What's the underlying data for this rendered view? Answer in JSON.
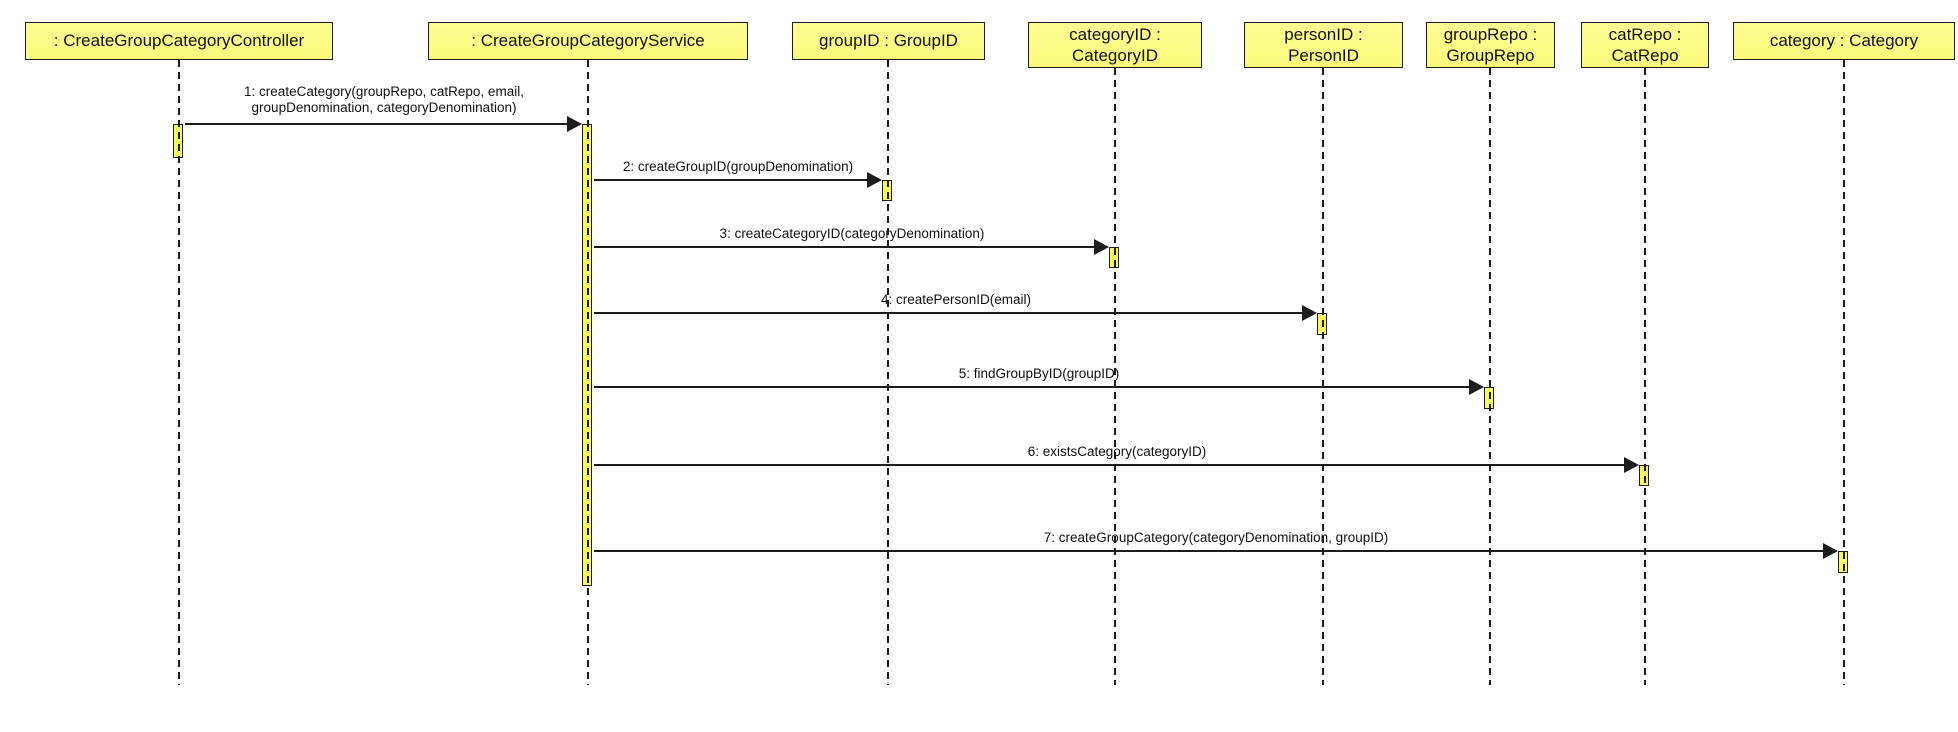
{
  "diagram": {
    "kind": "UML sequence diagram",
    "title": "CreateGroupCategory sequence"
  },
  "colors": {
    "background": "#FFFFFF",
    "participant-fill": "#FBFB7D",
    "participant-fill-top": "#FDFD93",
    "activation-fill": "#F9F960",
    "line": "#1C1C1C",
    "text": "#111111"
  },
  "participants": [
    {
      "label": ": CreateGroupCategoryController"
    },
    {
      "label": ": CreateGroupCategoryService"
    },
    {
      "label": "groupID : GroupID"
    },
    {
      "label": "categoryID :\nCategoryID"
    },
    {
      "label": "personID :\nPersonID"
    },
    {
      "label": "groupRepo :\nGroupRepo"
    },
    {
      "label": "catRepo :\nCatRepo"
    },
    {
      "label": "category : Category"
    }
  ],
  "messages": [
    {
      "label": "1: createCategory(groupRepo, catRepo, email,\ngroupDenomination, categoryDenomination)"
    },
    {
      "label": "2: createGroupID(groupDenomination)"
    },
    {
      "label": "3: createCategoryID(categoryDenomination)"
    },
    {
      "label": "4: createPersonID(email)"
    },
    {
      "label": "5: findGroupByID(groupID)"
    },
    {
      "label": "6: existsCategory(categoryID)"
    },
    {
      "label": "7: createGroupCategory(categoryDenomination, groupID)"
    }
  ]
}
